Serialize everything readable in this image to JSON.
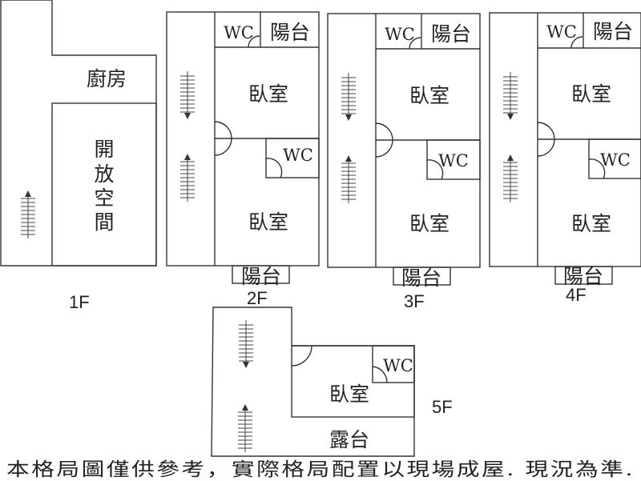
{
  "floors": {
    "f1": {
      "label": "1F",
      "kitchen": "廚房",
      "open_space": [
        "開",
        "放",
        "空",
        "間"
      ]
    },
    "f2": {
      "label": "2F",
      "wc": "WC",
      "balcony": "陽台",
      "bedroom": "臥室",
      "wc2": "WC",
      "bedroom2": "臥室",
      "balcony2": "陽台"
    },
    "f3": {
      "label": "3F",
      "wc": "WC",
      "balcony": "陽台",
      "bedroom": "臥室",
      "wc2": "WC",
      "bedroom2": "臥室",
      "balcony2": "陽台"
    },
    "f4": {
      "label": "4F",
      "wc": "WC",
      "balcony": "陽台",
      "bedroom": "臥室",
      "wc2": "WC",
      "bedroom2": "臥室",
      "balcony2": "陽台"
    },
    "f5": {
      "label": "5F",
      "wc": "WC",
      "bedroom": "臥室",
      "terrace": "露台"
    }
  },
  "footer": "本格局圖僅供參考，實際格局配置以現場成屋. 現況為準."
}
